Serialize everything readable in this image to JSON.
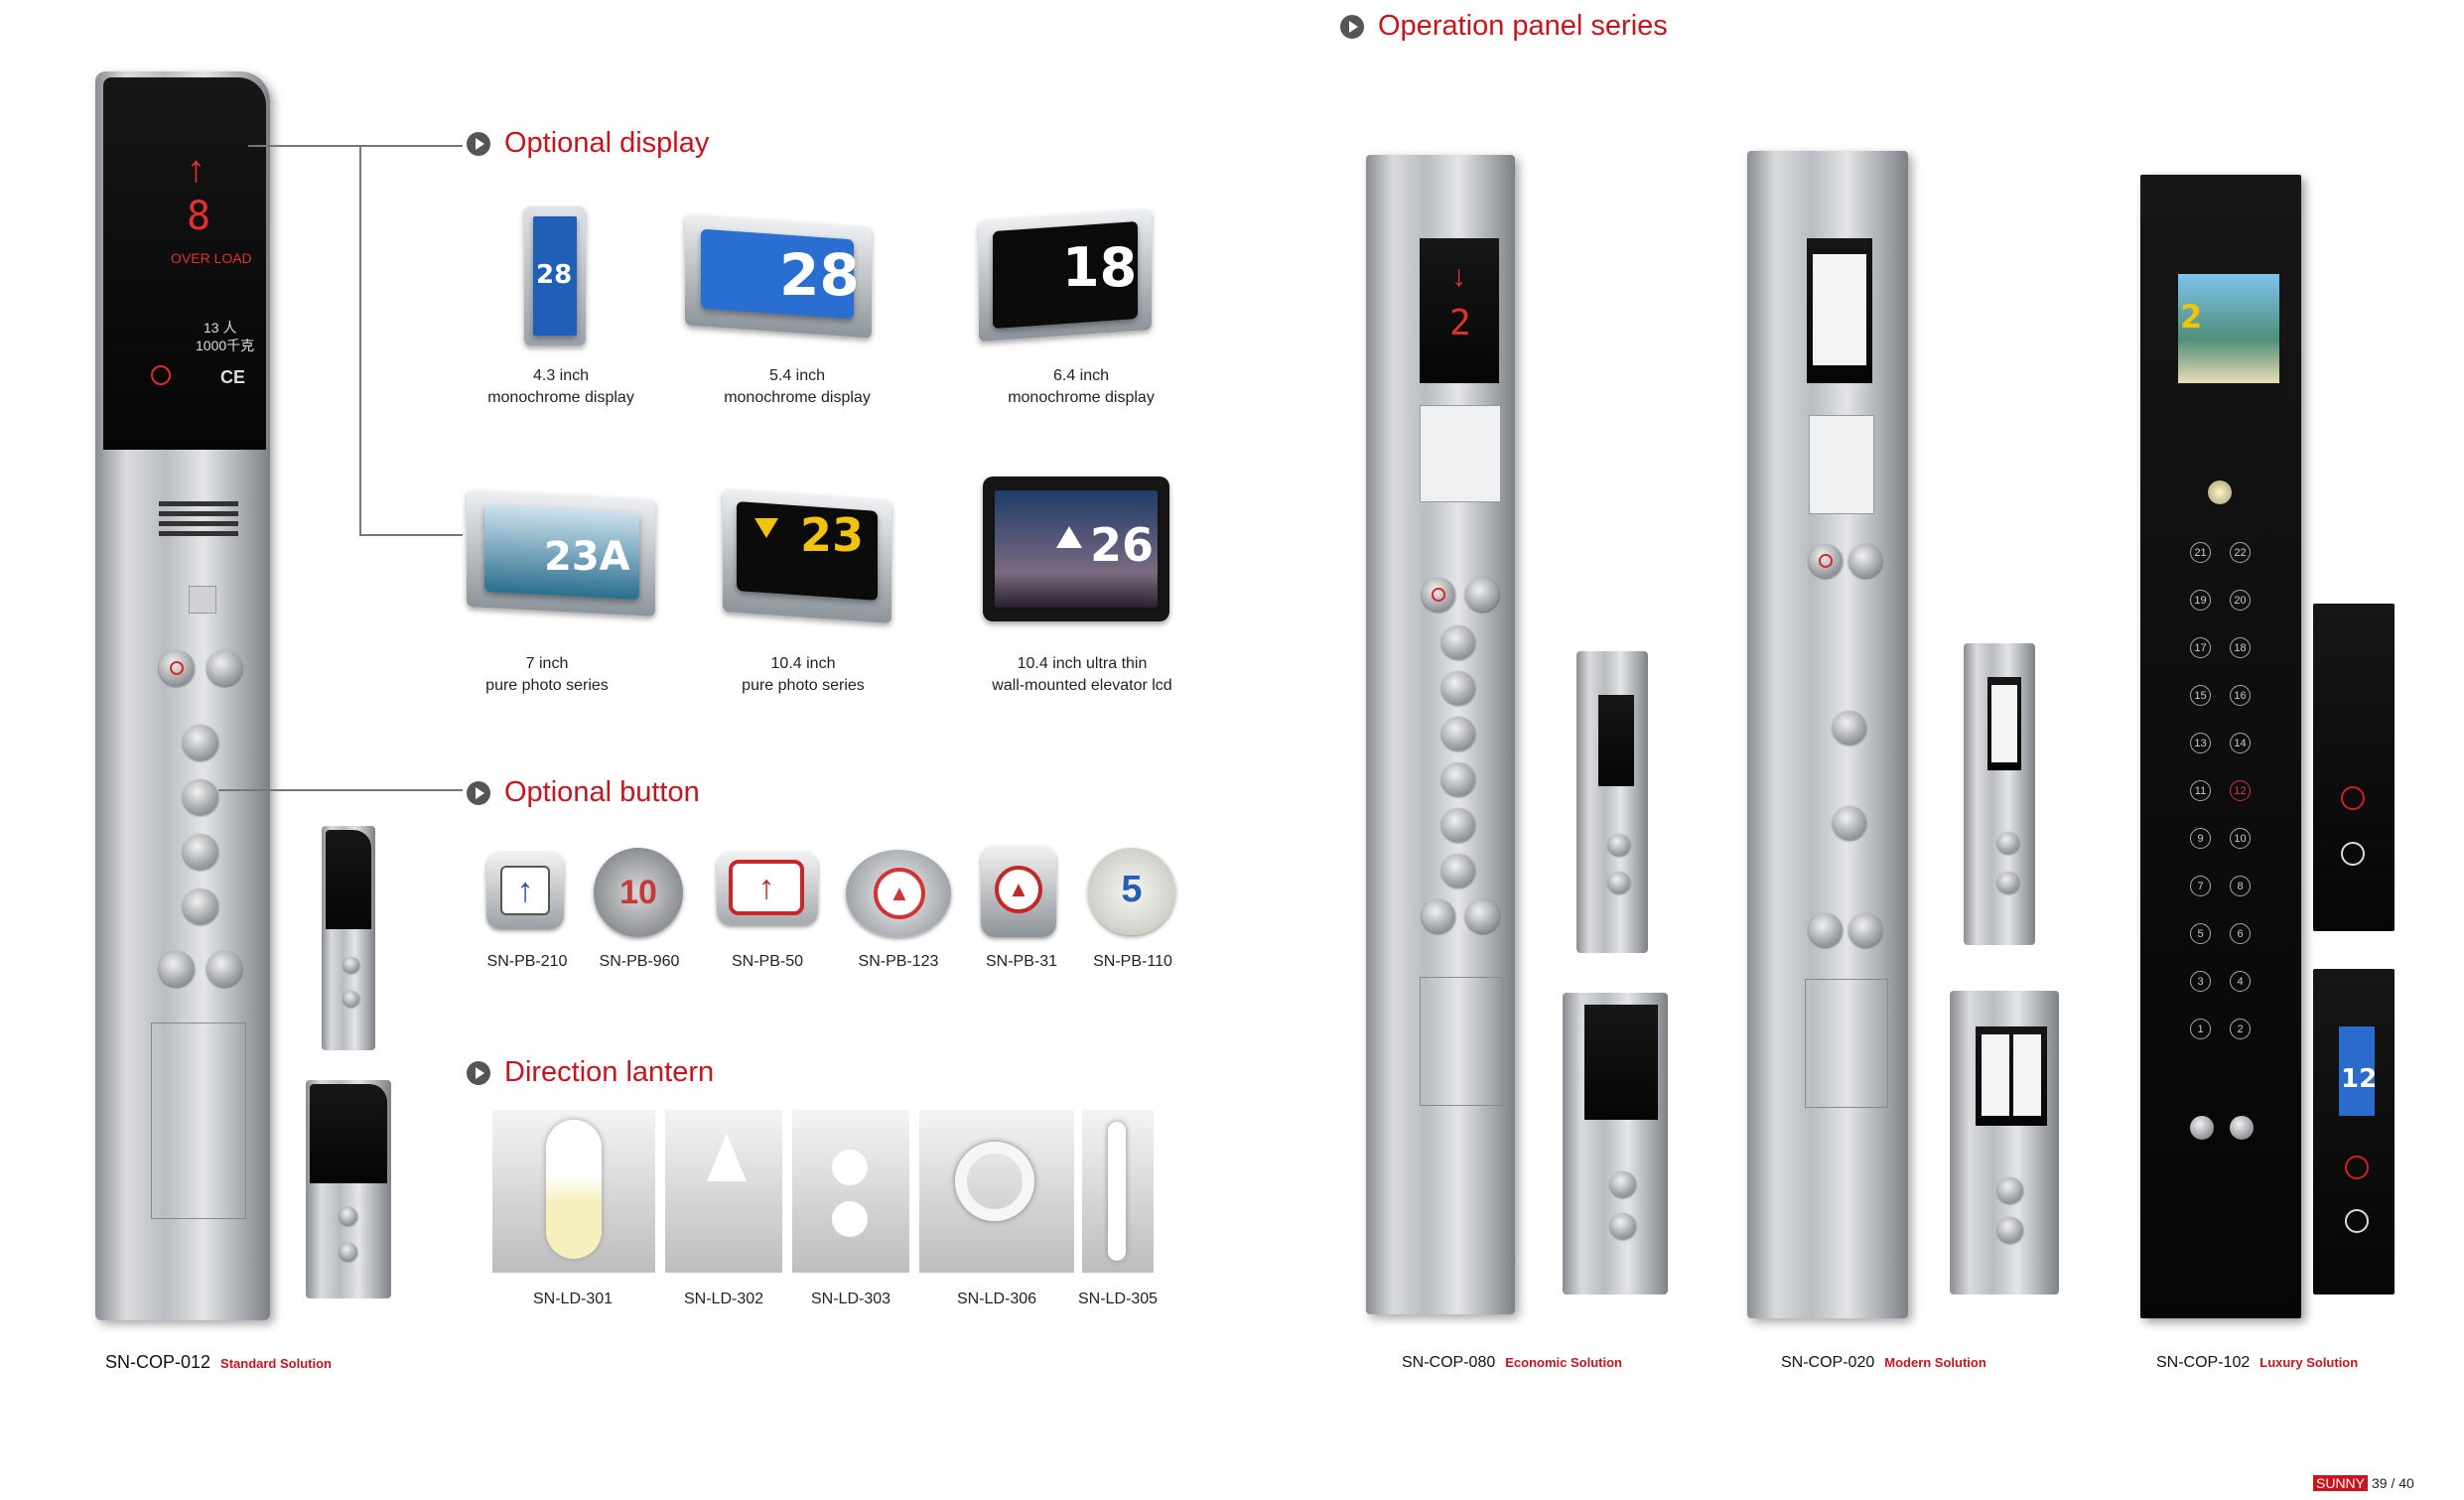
{
  "page_title": "Operation panel series",
  "sections": {
    "display": "Optional display",
    "button": "Optional button",
    "lantern": "Direction lantern"
  },
  "displays": [
    {
      "line1": "4.3 inch",
      "line2": "monochrome display",
      "screen": "28"
    },
    {
      "line1": "5.4 inch",
      "line2": "monochrome display",
      "screen": "28"
    },
    {
      "line1": "6.4 inch",
      "line2": "monochrome display",
      "screen": "18"
    },
    {
      "line1": "7 inch",
      "line2": "pure photo series",
      "screen": "23A"
    },
    {
      "line1": "10.4 inch",
      "line2": "pure photo series",
      "screen": "23"
    },
    {
      "line1": "10.4 inch ultra thin",
      "line2": "wall-mounted elevator lcd",
      "screen": "26"
    }
  ],
  "buttons": [
    {
      "code": "SN-PB-210",
      "glyph": "↑"
    },
    {
      "code": "SN-PB-960",
      "glyph": "10"
    },
    {
      "code": "SN-PB-50",
      "glyph": "↑"
    },
    {
      "code": "SN-PB-123",
      "glyph": "▲"
    },
    {
      "code": "SN-PB-31",
      "glyph": "▲"
    },
    {
      "code": "SN-PB-110",
      "glyph": "5"
    }
  ],
  "lanterns": [
    {
      "code": "SN-LD-301"
    },
    {
      "code": "SN-LD-302"
    },
    {
      "code": "SN-LD-303"
    },
    {
      "code": "SN-LD-306"
    },
    {
      "code": "SN-LD-305"
    }
  ],
  "cop012": {
    "model": "SN-COP-012",
    "tag": "Standard Solution",
    "floor": "8",
    "overload": "OVER LOAD",
    "capacity_persons": "13 人",
    "capacity_kg": "1000千克",
    "ce": "CE"
  },
  "cop080": {
    "model": "SN-COP-080",
    "tag": "Economic Solution",
    "floor": "2"
  },
  "cop020": {
    "model": "SN-COP-020",
    "tag": "Modern Solution"
  },
  "cop102": {
    "model": "SN-COP-102",
    "tag": "Luxury Solution",
    "lcd_floor": "2",
    "floors": [
      "21",
      "22",
      "19",
      "20",
      "17",
      "18",
      "15",
      "16",
      "13",
      "14",
      "11",
      "12",
      "9",
      "10",
      "7",
      "8",
      "5",
      "6",
      "3",
      "4",
      "1",
      "2"
    ],
    "hall_floor": "12"
  },
  "footer": {
    "brand": "SUNNY",
    "page": "39 / 40"
  },
  "colors": {
    "accent": "#c8141c",
    "steel": "#b9bcc0",
    "glass": "#0a0a0a"
  }
}
